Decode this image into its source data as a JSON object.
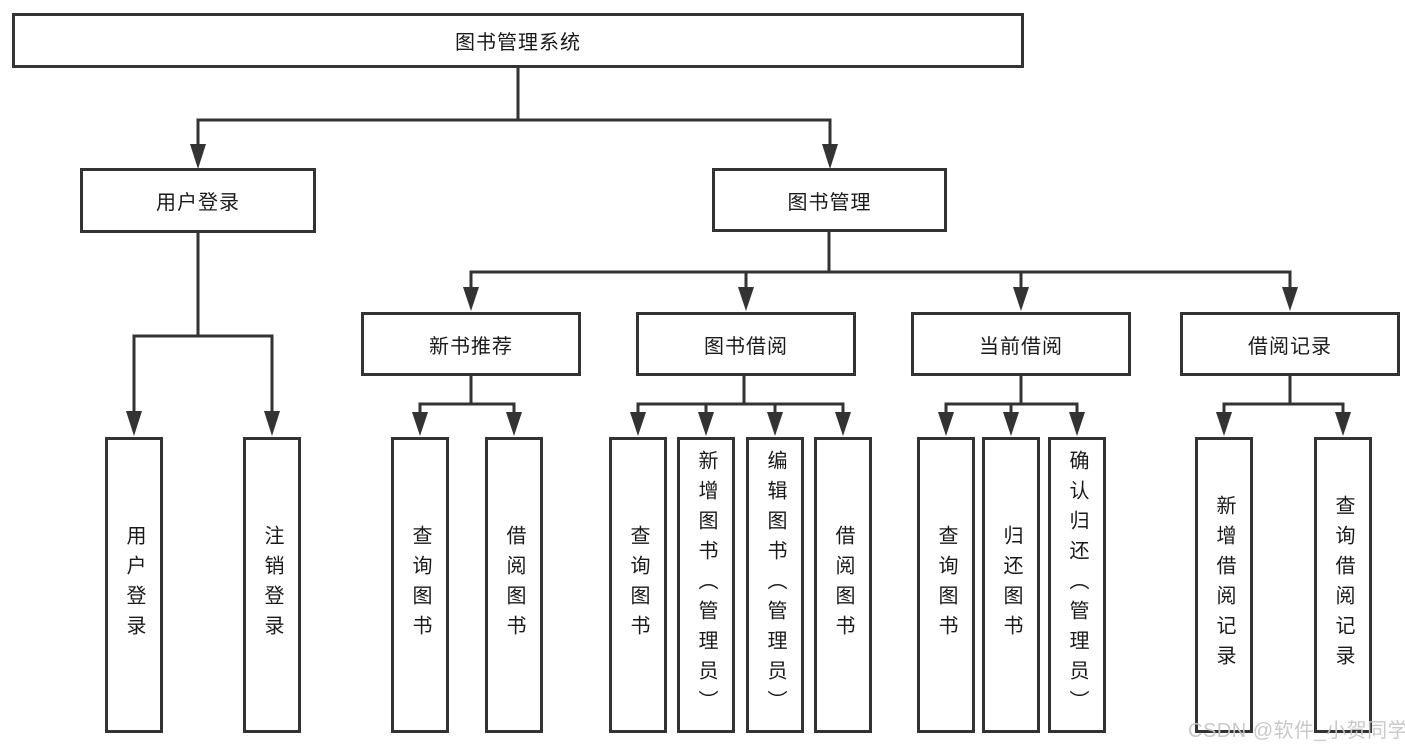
{
  "diagram_title": "图书管理系统",
  "tree": {
    "label": "图书管理系统",
    "children": [
      {
        "label": "用户登录",
        "children": [
          {
            "label": "用户登录"
          },
          {
            "label": "注销登录"
          }
        ]
      },
      {
        "label": "图书管理",
        "children": [
          {
            "label": "新书推荐",
            "children": [
              {
                "label": "查询图书"
              },
              {
                "label": "借阅图书"
              }
            ]
          },
          {
            "label": "图书借阅",
            "children": [
              {
                "label": "查询图书"
              },
              {
                "label": "新增图书（管理员）"
              },
              {
                "label": "编辑图书（管理员）"
              },
              {
                "label": "借阅图书"
              }
            ]
          },
          {
            "label": "当前借阅",
            "children": [
              {
                "label": "查询图书"
              },
              {
                "label": "归还图书"
              },
              {
                "label": "确认归还（管理员）"
              }
            ]
          },
          {
            "label": "借阅记录",
            "children": [
              {
                "label": "新增借阅记录"
              },
              {
                "label": "查询借阅记录"
              }
            ]
          }
        ]
      }
    ]
  },
  "watermark": {
    "text": "CSDN @软件_小贺同学"
  },
  "colors": {
    "line": "#333333",
    "box_border": "#333333",
    "box_fill": "#ffffff",
    "text": "#1a1a1a",
    "watermark": "#c6c6c6",
    "background": "#ffffff"
  }
}
